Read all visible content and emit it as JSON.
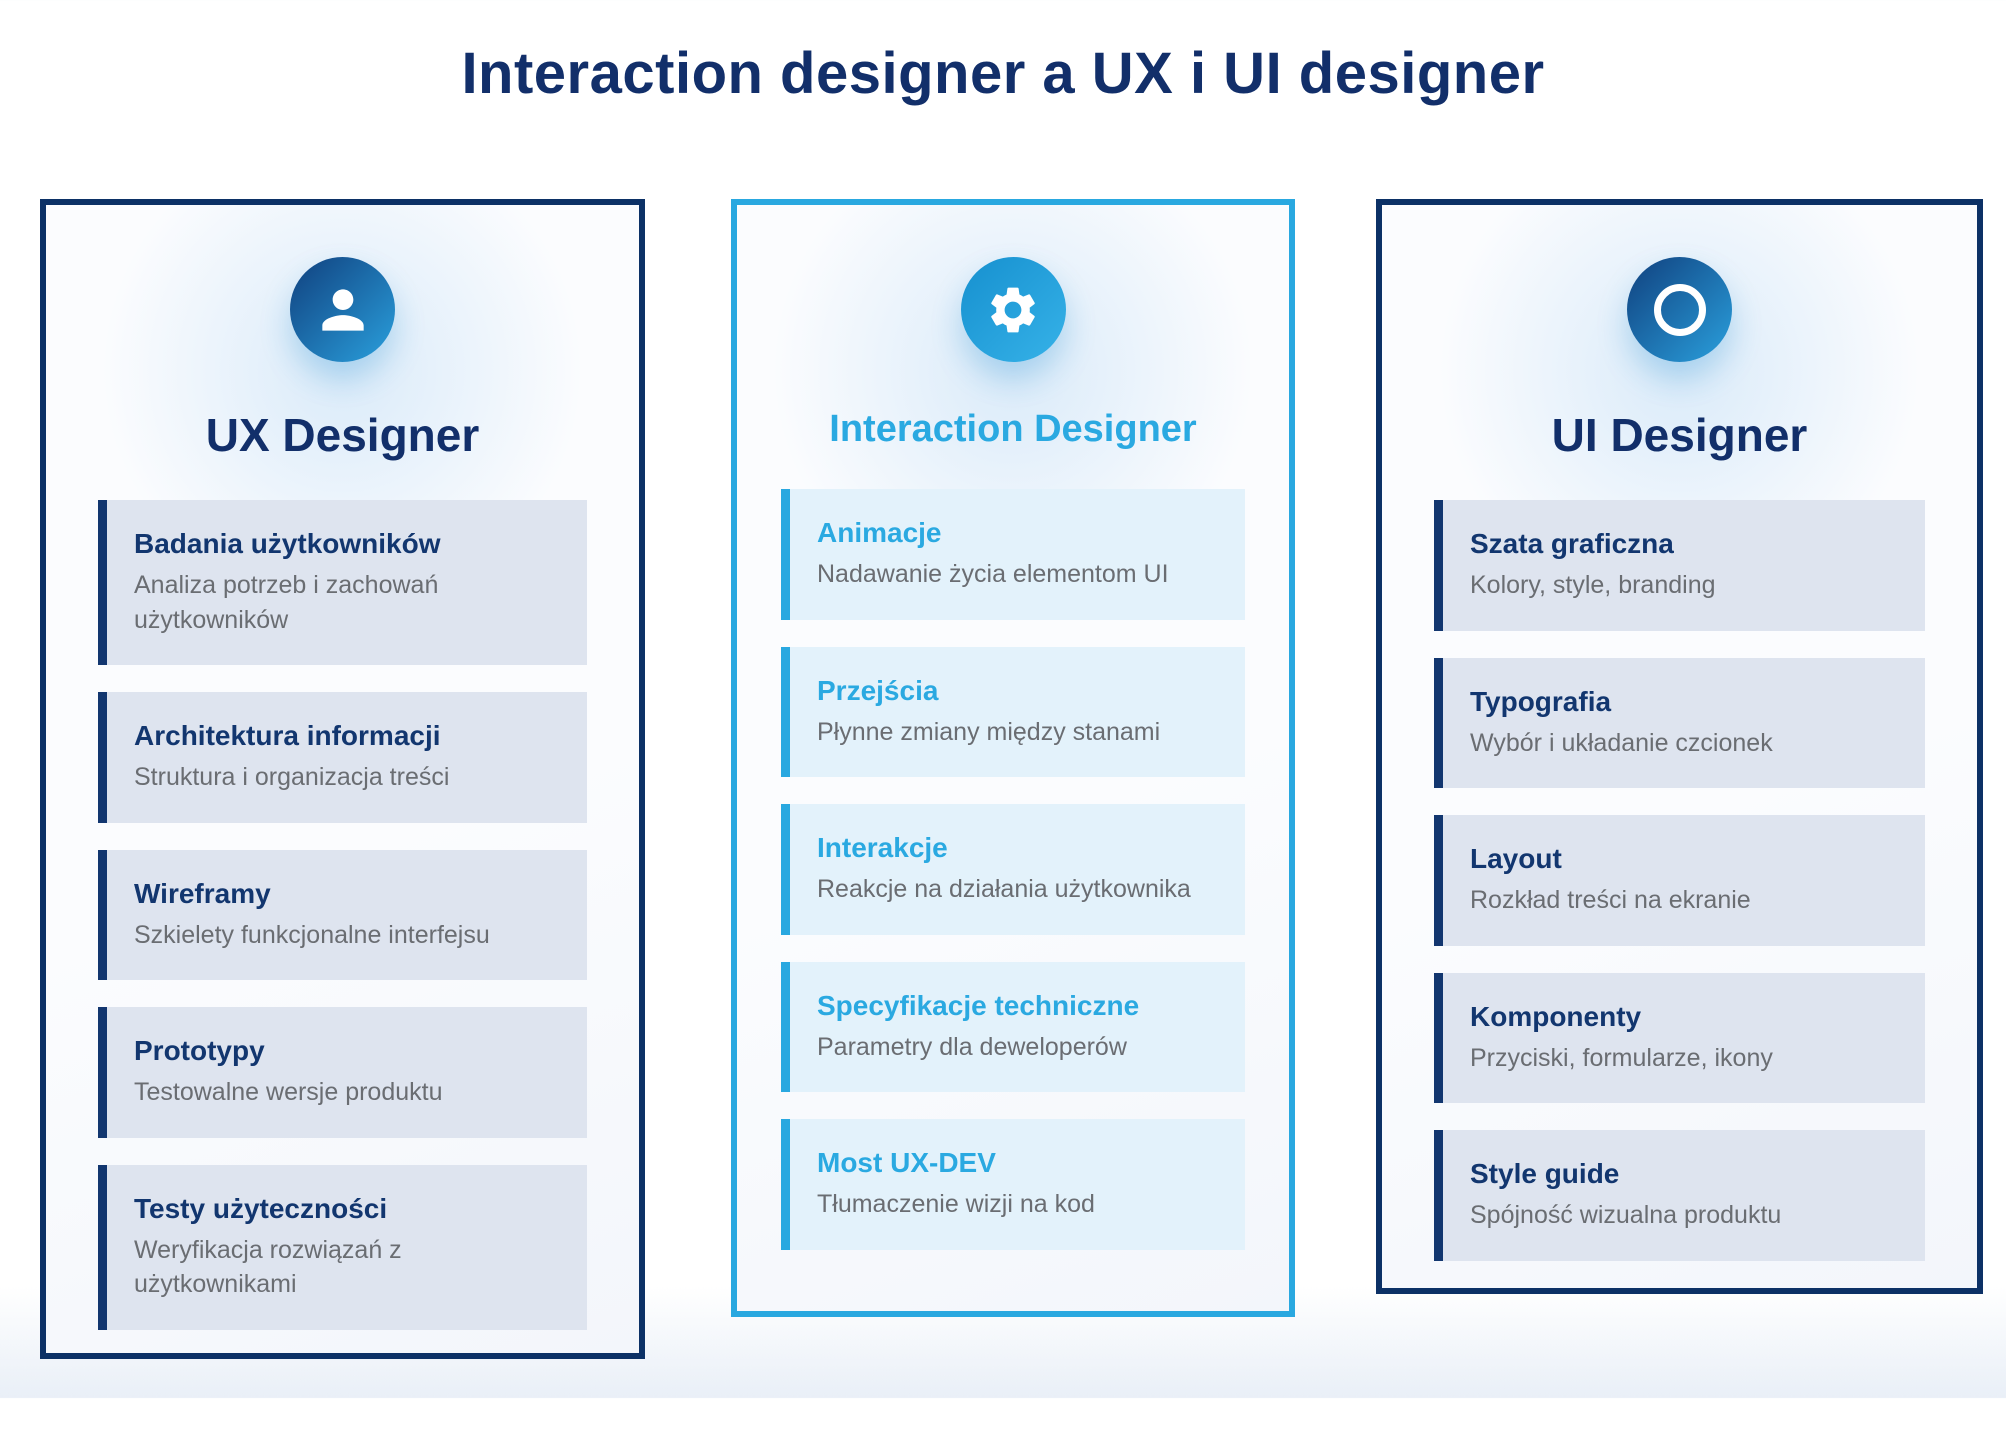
{
  "page": {
    "title": "Interaction designer a UX i UI designer",
    "colors": {
      "navy": "#122f6a",
      "accent_blue": "#29a8e0",
      "item_bg_navy": "#dee4ef",
      "item_bg_blue": "#e3f2fb",
      "description_gray": "#6a6d72"
    }
  },
  "columns": [
    {
      "id": "ux-designer",
      "title": "UX Designer",
      "icon": "person-icon",
      "theme": "navy",
      "items": [
        {
          "title": "Badania użytkowników",
          "desc": "Analiza potrzeb i zachowań użytkowników"
        },
        {
          "title": "Architektura informacji",
          "desc": "Struktura i organizacja treści"
        },
        {
          "title": "Wireframy",
          "desc": "Szkielety funkcjonalne interfejsu"
        },
        {
          "title": "Prototypy",
          "desc": "Testowalne wersje produktu"
        },
        {
          "title": "Testy użyteczności",
          "desc": "Weryfikacja rozwiązań z użytkownikami"
        }
      ]
    },
    {
      "id": "interaction-designer",
      "title": "Interaction Designer",
      "icon": "gear-icon",
      "theme": "blue",
      "items": [
        {
          "title": "Animacje",
          "desc": "Nadawanie życia elementom UI"
        },
        {
          "title": "Przejścia",
          "desc": "Płynne zmiany między stanami"
        },
        {
          "title": "Interakcje",
          "desc": "Reakcje na działania użytkownika"
        },
        {
          "title": "Specyfikacje techniczne",
          "desc": "Parametry dla deweloperów"
        },
        {
          "title": "Most UX-DEV",
          "desc": "Tłumaczenie wizji na kod"
        }
      ]
    },
    {
      "id": "ui-designer",
      "title": "UI Designer",
      "icon": "circle-outline-icon",
      "theme": "navy",
      "items": [
        {
          "title": "Szata graficzna",
          "desc": "Kolory, style, branding"
        },
        {
          "title": "Typografia",
          "desc": "Wybór i układanie czcionek"
        },
        {
          "title": "Layout",
          "desc": "Rozkład treści na ekranie"
        },
        {
          "title": "Komponenty",
          "desc": "Przyciski, formularze, ikony"
        },
        {
          "title": "Style guide",
          "desc": "Spójność wizualna produktu"
        }
      ]
    }
  ]
}
